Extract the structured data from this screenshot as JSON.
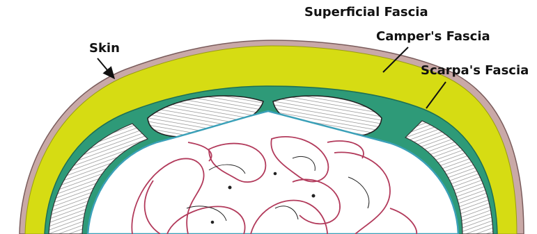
{
  "labels": {
    "skin": "Skin",
    "superficial_fascia": "Superficial Fascia",
    "campers_fascia": "Camper's Fascia",
    "scarpas_fascia": "Scarpa's Fascia"
  },
  "colors": {
    "background": "#ffffff",
    "skin": "#c9a9a7",
    "campers_fat": "#d6dc13",
    "scarpas_fascia": "#2e9a78",
    "muscle": "#9a9a9a",
    "bowel": "#b23a5b",
    "peritoneum": "#3aa0b8",
    "outline": "#1a1a1a"
  },
  "icons": {
    "pointer": "arrowhead"
  }
}
